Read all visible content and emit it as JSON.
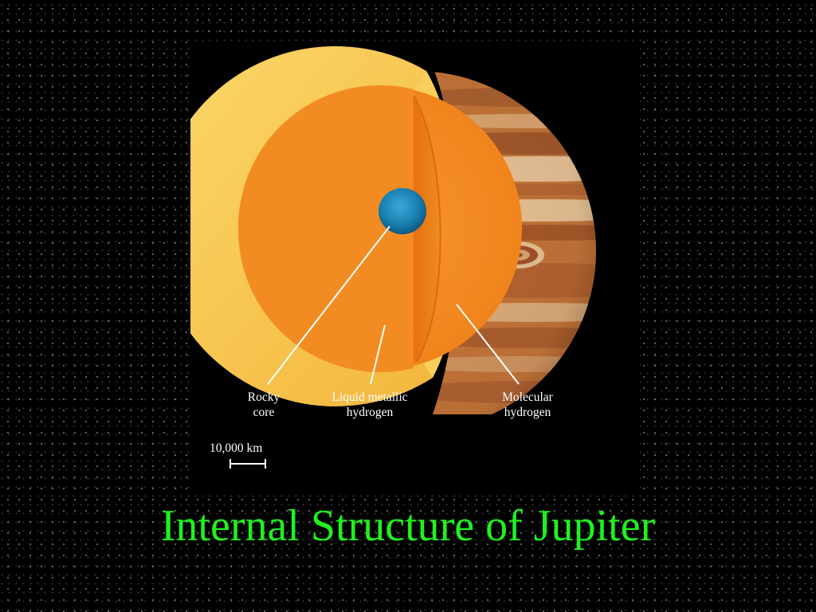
{
  "slide": {
    "title": "Internal Structure of Jupiter",
    "title_color": "#1ef21e",
    "background_color": "#000000"
  },
  "diagram": {
    "layers": [
      {
        "id": "rocky-core",
        "lines": [
          "Rocky",
          "core"
        ],
        "color": "#1a7fb0"
      },
      {
        "id": "liquid-metallic-hydrogen",
        "lines": [
          "Liquid metallic",
          "hydrogen"
        ],
        "color": "#f08a1c"
      },
      {
        "id": "molecular-hydrogen",
        "lines": [
          "Molecular",
          "hydrogen"
        ],
        "color": "#f7c548"
      }
    ],
    "scale_bar": {
      "label": "10,000 km"
    },
    "label_color": "#ffffff",
    "surface_colors": {
      "base": "#c8773a",
      "band_light": "#f2d3a8",
      "band_dark": "#9a4a22"
    }
  }
}
